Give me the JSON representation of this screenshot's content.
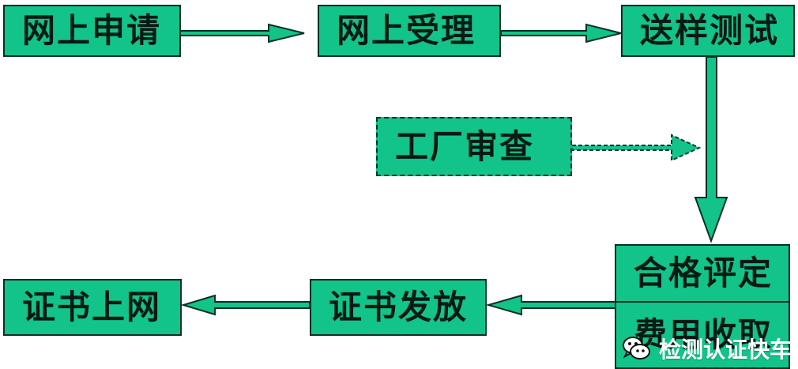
{
  "diagram": {
    "steps": {
      "online_application": "网上申请",
      "online_acceptance": "网上受理",
      "sample_testing": "送样测试",
      "factory_audit": "工厂审查",
      "qualification_evaluation": "合格评定",
      "fee_collection": "费用收取",
      "certificate_issuance": "证书发放",
      "certificate_online": "证书上网"
    },
    "colors": {
      "box_fill": "#12c38a",
      "arrow_fill": "#12c38a",
      "outline": "#0b2f25"
    }
  },
  "watermark": {
    "icon": "wechat-icon",
    "text": "检测认证快车"
  }
}
